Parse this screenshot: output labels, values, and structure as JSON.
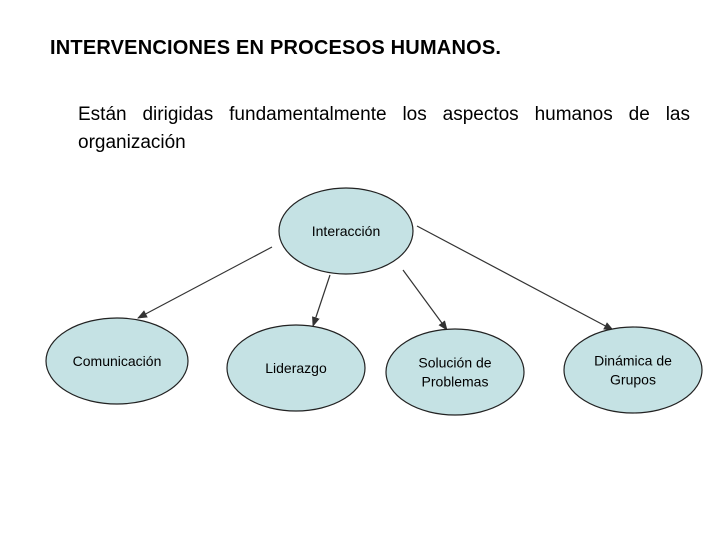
{
  "slide": {
    "title": "INTERVENCIONES EN PROCESOS HUMANOS.",
    "body": "Están dirigidas fundamentalmente los aspectos humanos de las organización"
  },
  "diagram": {
    "nodes": [
      {
        "id": "interaccion",
        "lines": [
          "Interacción"
        ]
      },
      {
        "id": "comunicacion",
        "lines": [
          "Comunicación"
        ]
      },
      {
        "id": "liderazgo",
        "lines": [
          "Liderazgo"
        ]
      },
      {
        "id": "solucion",
        "lines": [
          "Solución de",
          "Problemas"
        ]
      },
      {
        "id": "dinamica",
        "lines": [
          "Dinámica de",
          "Grupos"
        ]
      }
    ],
    "edges": [
      {
        "from": "interaccion",
        "to": "comunicacion"
      },
      {
        "from": "interaccion",
        "to": "liderazgo"
      },
      {
        "from": "interaccion",
        "to": "solucion"
      },
      {
        "from": "interaccion",
        "to": "dinamica"
      }
    ]
  }
}
